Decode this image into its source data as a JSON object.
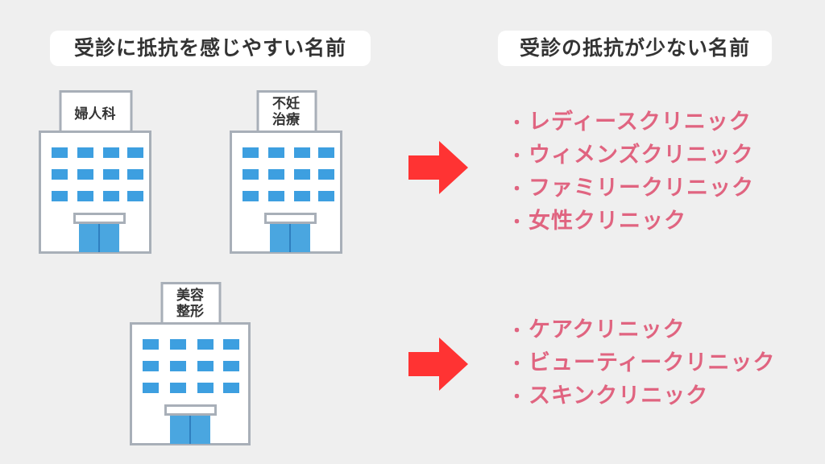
{
  "headers": {
    "left": "受診に抵抗を感じやすい名前",
    "right": "受診の抵抗が少ない名前"
  },
  "buildings": [
    {
      "id": "obgyn",
      "lines": [
        "婦人科"
      ]
    },
    {
      "id": "fertility",
      "lines": [
        "不妊",
        "治療"
      ]
    },
    {
      "id": "cosmetic",
      "lines": [
        "美容",
        "整形"
      ]
    }
  ],
  "lists": {
    "top": [
      "レディースクリニック",
      "ウィメンズクリニック",
      "ファミリークリニック",
      "女性クリニック"
    ],
    "bottom": [
      "ケアクリニック",
      "ビューティークリニック",
      "スキンクリニック"
    ],
    "bullet": "・"
  },
  "colors": {
    "background": "#efefef",
    "list_text": "#e06480",
    "arrow": "#ff3333",
    "window": "#3d9fe0",
    "door": "#4aa6e0",
    "building_outline": "#a8afb8"
  },
  "icons": [
    "building-icon",
    "arrow-right-icon"
  ]
}
